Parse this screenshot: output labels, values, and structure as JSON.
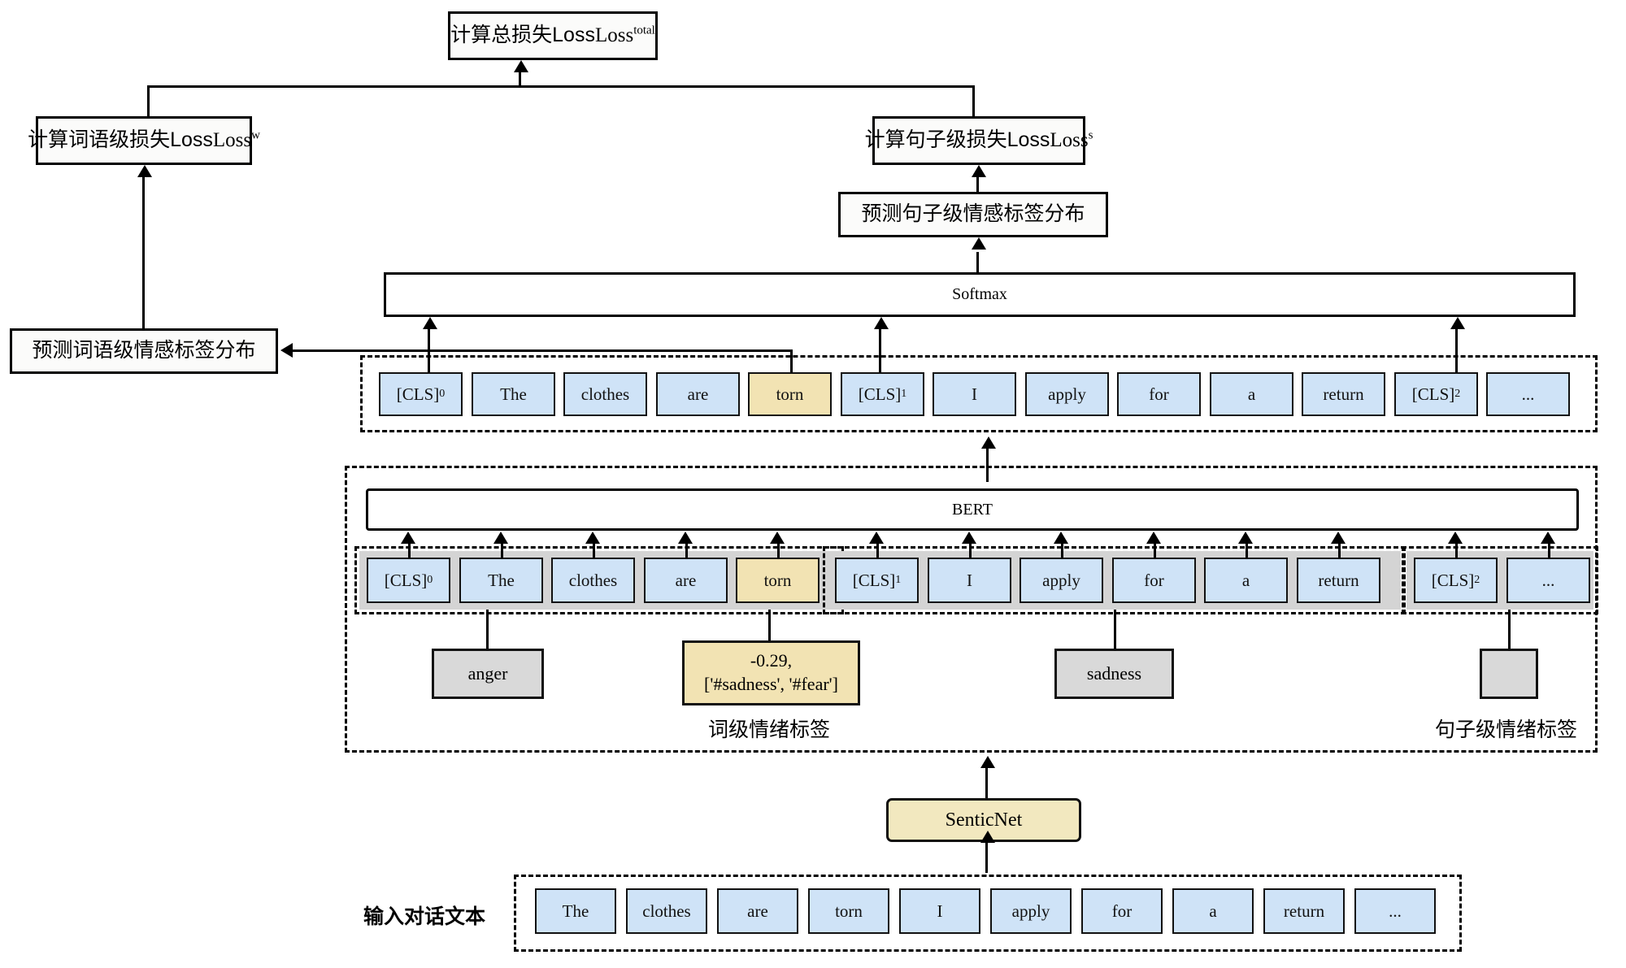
{
  "diagram": {
    "title_boxes": {
      "total_loss": {
        "cn": "计算总损失Loss",
        "sup": "total"
      },
      "word_loss": {
        "cn": "计算词语级损失Loss",
        "sup": "w"
      },
      "sentence_loss": {
        "cn": "计算句子级损失Loss",
        "sup": "s"
      },
      "sentence_pred": "预测句子级情感标签分布",
      "word_pred": "预测词语级情感标签分布"
    },
    "layers": {
      "softmax": "Softmax",
      "bert": "BERT",
      "senticnet": "SenticNet"
    },
    "encoded_tokens": [
      {
        "text": "[CLS]",
        "sub": "0",
        "color": "blue"
      },
      {
        "text": "The",
        "sub": "",
        "color": "blue"
      },
      {
        "text": "clothes",
        "sub": "",
        "color": "blue"
      },
      {
        "text": "are",
        "sub": "",
        "color": "blue"
      },
      {
        "text": "torn",
        "sub": "",
        "color": "yellow"
      },
      {
        "text": "[CLS]",
        "sub": "1",
        "color": "blue"
      },
      {
        "text": "I",
        "sub": "",
        "color": "blue"
      },
      {
        "text": "apply",
        "sub": "",
        "color": "blue"
      },
      {
        "text": "for",
        "sub": "",
        "color": "blue"
      },
      {
        "text": "a",
        "sub": "",
        "color": "blue"
      },
      {
        "text": "return",
        "sub": "",
        "color": "blue"
      },
      {
        "text": "[CLS]",
        "sub": "2",
        "color": "blue"
      },
      {
        "text": "...",
        "sub": "",
        "color": "blue"
      }
    ],
    "input_groups": [
      {
        "tokens": [
          {
            "text": "[CLS]",
            "sub": "0",
            "color": "blue"
          },
          {
            "text": "The",
            "sub": "",
            "color": "blue"
          },
          {
            "text": "clothes",
            "sub": "",
            "color": "blue"
          },
          {
            "text": "are",
            "sub": "",
            "color": "blue"
          },
          {
            "text": "torn",
            "sub": "",
            "color": "yellow"
          }
        ]
      },
      {
        "tokens": [
          {
            "text": "[CLS]",
            "sub": "1",
            "color": "blue"
          },
          {
            "text": "I",
            "sub": "",
            "color": "blue"
          },
          {
            "text": "apply",
            "sub": "",
            "color": "blue"
          },
          {
            "text": "for",
            "sub": "",
            "color": "blue"
          },
          {
            "text": "a",
            "sub": "",
            "color": "blue"
          },
          {
            "text": "return",
            "sub": "",
            "color": "blue"
          }
        ]
      },
      {
        "tokens": [
          {
            "text": "[CLS]",
            "sub": "2",
            "color": "blue"
          },
          {
            "text": "...",
            "sub": "",
            "color": "blue"
          }
        ]
      }
    ],
    "annotation_boxes": {
      "anger": "anger",
      "torn_sentic": "-0.29,\n['#sadness', '#fear']",
      "sadness": "sadness",
      "blank": ""
    },
    "captions": {
      "word_level_label": "词级情绪标签",
      "sentence_level_label": "句子级情绪标签",
      "input_text": "输入对话文本"
    },
    "input_text_tokens": [
      "The",
      "clothes",
      "are",
      "torn",
      "I",
      "apply",
      "for",
      "a",
      "return",
      "..."
    ],
    "colors": {
      "token_blue": "#cfe3f7",
      "token_yellow": "#f2e3b3",
      "label_gray": "#d9d9d9",
      "group_gray": "#d4d4d4",
      "stroke": "#000000"
    }
  }
}
